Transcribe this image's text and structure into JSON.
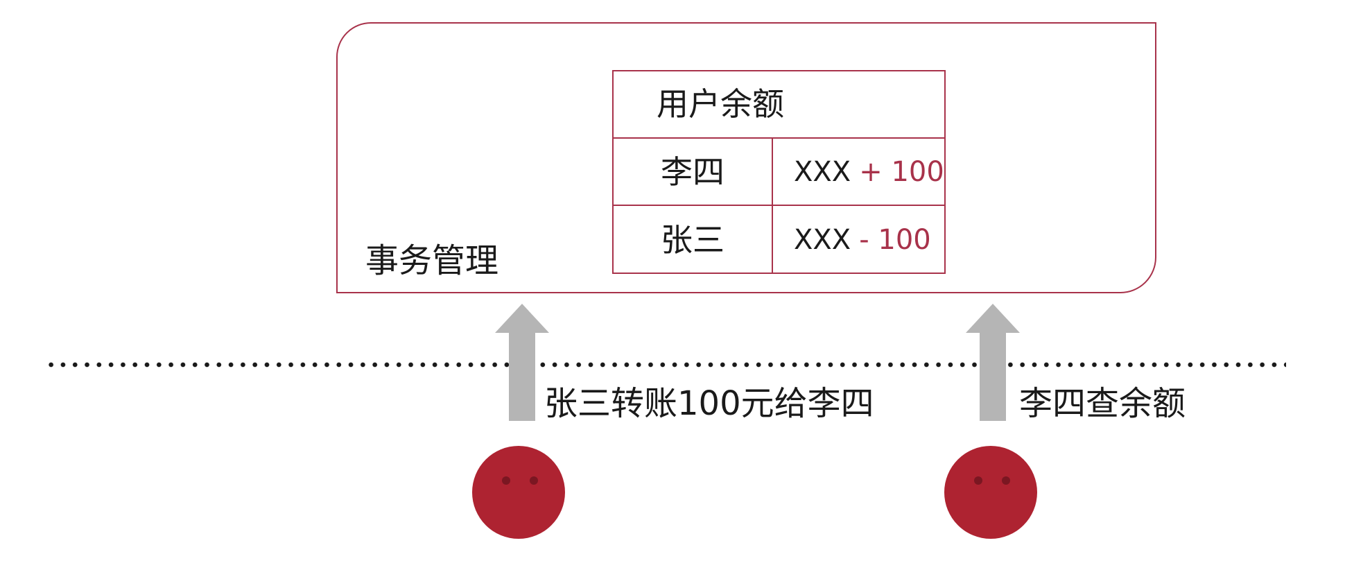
{
  "transaction_box": {
    "label": "事务管理"
  },
  "balance_table": {
    "header": "用户余额",
    "rows": [
      {
        "name": "李四",
        "base": "XXX",
        "delta": "+ 100"
      },
      {
        "name": "张三",
        "base": "XXX",
        "delta": "- 100"
      }
    ]
  },
  "actions": [
    {
      "caption": "张三转账100元给李四"
    },
    {
      "caption": "李四查余额"
    }
  ],
  "colors": {
    "accent": "#a8324a",
    "arrow": "#b5b5b5",
    "avatar": "#ae2331",
    "text": "#1a1a1a"
  }
}
